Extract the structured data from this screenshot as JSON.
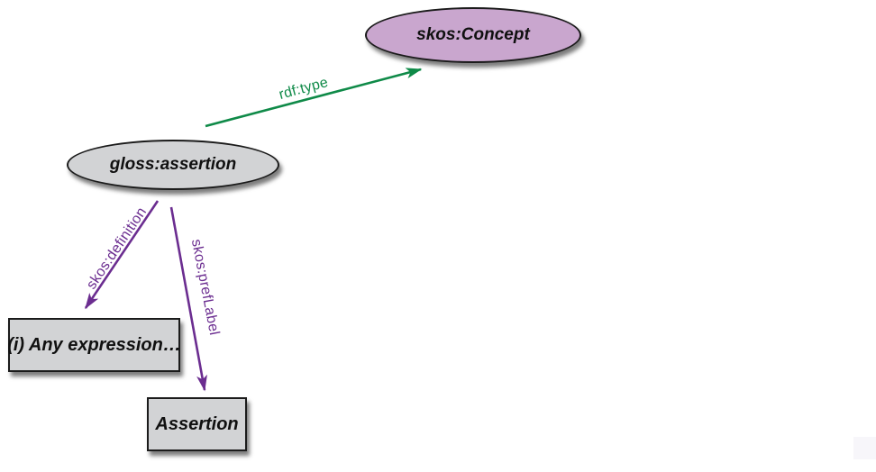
{
  "diagram": {
    "type": "rdf-graph",
    "background": "#ffffff",
    "nodes": {
      "concept": {
        "label": "skos:Concept",
        "shape": "ellipse",
        "fill": "#c9a6ce",
        "border": "#1b1b1b"
      },
      "assertion": {
        "label": "gloss:assertion",
        "shape": "ellipse",
        "fill": "#d2d3d5",
        "border": "#1b1b1b"
      },
      "definition_value": {
        "label": "(i) Any expression…",
        "shape": "rect",
        "fill": "#d2d3d5",
        "border": "#1b1b1b"
      },
      "pref_label_value": {
        "label": "Assertion",
        "shape": "rect",
        "fill": "#d2d3d5",
        "border": "#1b1b1b"
      }
    },
    "edges": {
      "rdf_type": {
        "label": "rdf:type",
        "color": "#0f8a48",
        "from": "gloss:assertion",
        "to": "skos:Concept"
      },
      "skos_definition": {
        "label": "skos:definition",
        "color": "#6b2d90",
        "from": "gloss:assertion",
        "to": "(i) Any expression…"
      },
      "skos_pref_label": {
        "label": "skos:prefLabel",
        "color": "#6b2d90",
        "from": "gloss:assertion",
        "to": "Assertion"
      }
    }
  }
}
